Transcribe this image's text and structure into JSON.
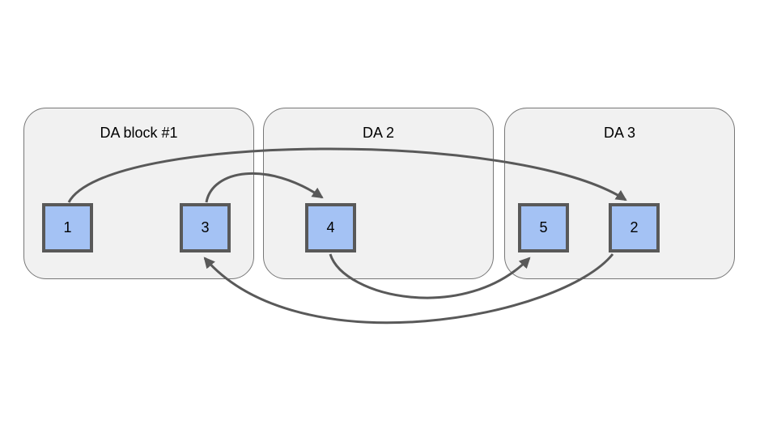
{
  "diagram": {
    "blocks": [
      {
        "id": "da1",
        "label": "DA block #1"
      },
      {
        "id": "da2",
        "label": "DA 2"
      },
      {
        "id": "da3",
        "label": "DA 3"
      }
    ],
    "nodes": [
      {
        "id": "1",
        "label": "1",
        "block": "da1"
      },
      {
        "id": "3",
        "label": "3",
        "block": "da1"
      },
      {
        "id": "4",
        "label": "4",
        "block": "da2"
      },
      {
        "id": "5",
        "label": "5",
        "block": "da3"
      },
      {
        "id": "2",
        "label": "2",
        "block": "da3"
      }
    ],
    "edges": [
      {
        "from": "1",
        "to": "2"
      },
      {
        "from": "3",
        "to": "4"
      },
      {
        "from": "4",
        "to": "5"
      },
      {
        "from": "2",
        "to": "3"
      }
    ],
    "colors": {
      "background": "#ffffff",
      "block_fill": "#f1f1f1",
      "block_border": "#777777",
      "node_fill": "#a4c2f4",
      "node_border": "#595959",
      "arrow": "#595959",
      "text": "#000000"
    }
  }
}
